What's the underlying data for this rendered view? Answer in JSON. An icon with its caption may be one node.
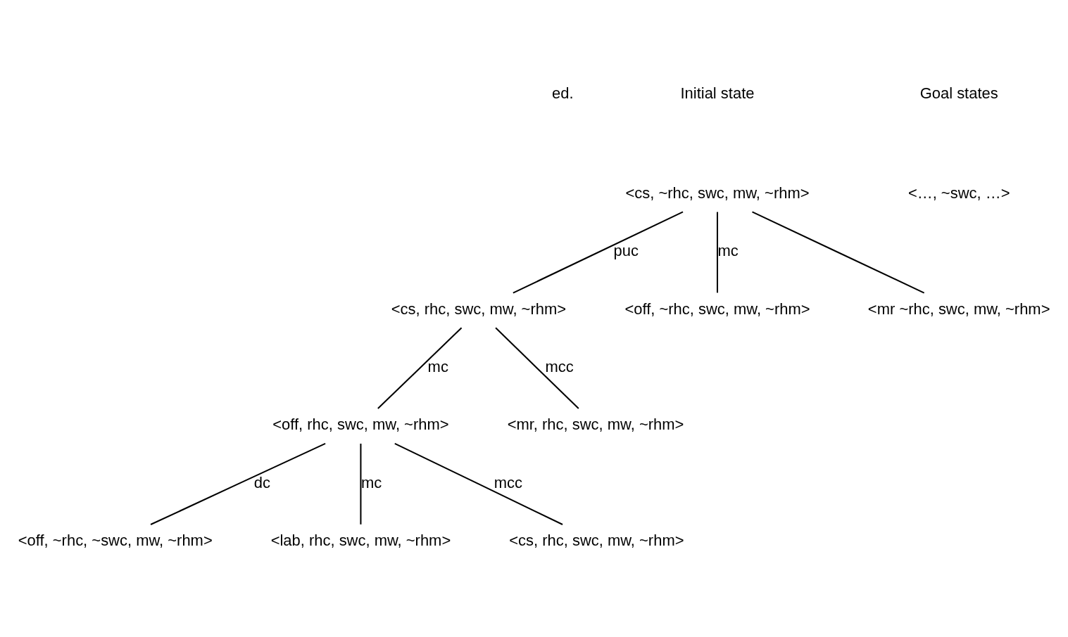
{
  "diagram": {
    "nodes": [
      {
        "text": [
          "<cs, ~rhc, swc, mw, ~rhm>"
        ]
      },
      {
        "text": [
          "<cs, rhc, swc, mw, ~rhm>"
        ]
      },
      {
        "text": [
          "<off, ~rhc, swc, mw, ~rhm>"
        ]
      },
      {
        "text": [
          "<mr ~rhc, swc, mw, ~rhm>"
        ]
      },
      {
        "text": [
          "<off, rhc, swc, mw, ~rhm>"
        ]
      },
      {
        "text": [
          "<mr, rhc, swc, mw, ~rhm>"
        ]
      },
      {
        "text": [
          "<off, ~rhc, ~swc, mw, ~rhm>"
        ]
      },
      {
        "text": [
          "<lab, rhc, swc, mw, ~rhm>"
        ]
      },
      {
        "text": [
          "<cs, rhc, swc, mw, ~rhm>"
        ]
      }
    ],
    "edges": [
      {
        "from": 0,
        "to": 1,
        "arrow": "none",
        "label": "puc"
      },
      {
        "from": 0,
        "to": 2,
        "arrow": "none",
        "label": "mc"
      },
      {
        "from": 0,
        "to": 3,
        "arrow": "none"
      },
      {
        "from": 1,
        "to": 4,
        "arrow": "none",
        "label": "mc"
      },
      {
        "from": 1,
        "to": 5,
        "arrow": "none",
        "label": "mcc"
      },
      {
        "from": 4,
        "to": 6,
        "arrow": "none",
        "label": "dc"
      },
      {
        "from": 4,
        "to": 7,
        "arrow": "none",
        "label": "mc"
      },
      {
        "from": 4,
        "to": 8,
        "arrow": "none",
        "label": "mcc"
      }
    ],
    "labels": [
      "Initial state",
      "Goal states",
      "<…, ~swc, …>",
      "ed."
    ]
  }
}
